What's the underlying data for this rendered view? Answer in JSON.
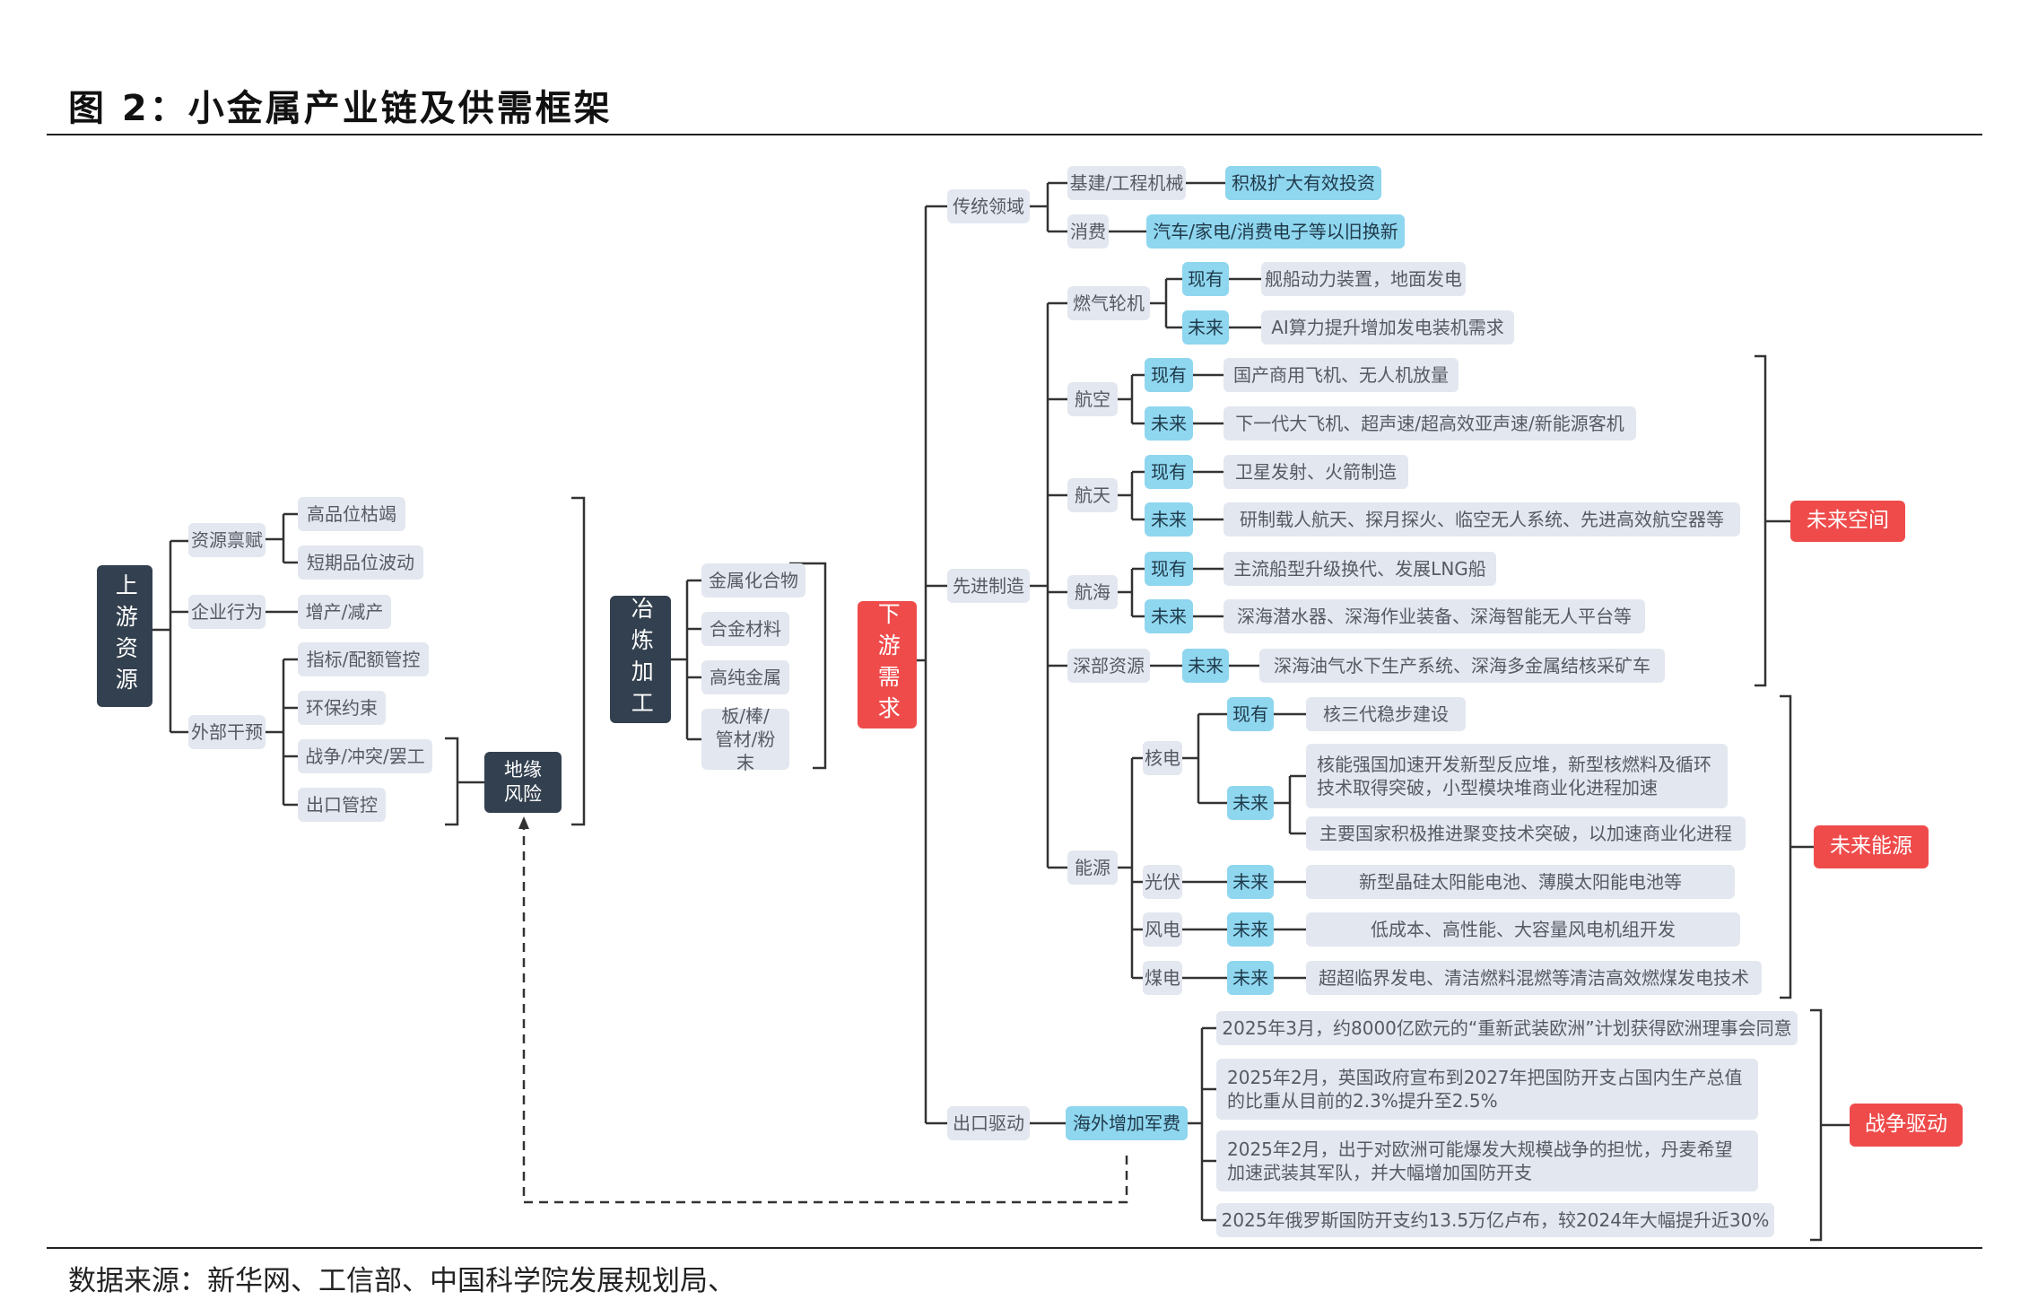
{
  "header": {
    "title": "图 2：小金属产业链及供需框架"
  },
  "footer": {
    "source": "数据来源：新华网、工信部、中国科学院发展规划局、"
  },
  "colors": {
    "dark": "#33404f",
    "red": "#ef4b4b",
    "blue": "#8fd6ef",
    "gray": "#e3e7ef",
    "line": "#333333"
  },
  "diagram": {
    "upstream": {
      "root": "上游资源",
      "resource": "资源禀赋",
      "grade_depletion": "高品位枯竭",
      "short_fluct": "短期品位波动",
      "enterprise": "企业行为",
      "increase_decrease": "增产/减产",
      "external": "外部干预",
      "quota": "指标/配额管控",
      "env": "环保约束",
      "war": "战争/冲突/罢工",
      "export_ctrl": "出口管控",
      "geo_risk": "地缘风险"
    },
    "smelting": {
      "root": "冶炼加工",
      "compound": "金属化合物",
      "alloy": "合金材料",
      "high_purity": "高纯金属",
      "plate": "板/棒/管材/粉末"
    },
    "downstream": {
      "root": "下游需求",
      "traditional": "传统领域",
      "infra": "基建/工程机械",
      "infra_leaf": "积极扩大有效投资",
      "consume": "消费",
      "consume_leaf": "汽车/家电/消费电子等以旧换新",
      "advanced": "先进制造",
      "turbine": "燃气轮机",
      "turbine_now": "现有",
      "turbine_now_leaf": "舰船动力装置，地面发电",
      "turbine_future": "未来",
      "turbine_future_leaf": "AI算力提升增加发电装机需求",
      "aviation": "航空",
      "aviation_now": "现有",
      "aviation_now_leaf": "国产商用飞机、无人机放量",
      "aviation_future": "未来",
      "aviation_future_leaf": "下一代大飞机、超声速/超高效亚声速/新能源客机",
      "space": "航天",
      "space_now": "现有",
      "space_now_leaf": "卫星发射、火箭制造",
      "space_future": "未来",
      "space_future_leaf": "研制载人航天、探月探火、临空无人系统、先进高效航空器等",
      "marine": "航海",
      "marine_now": "现有",
      "marine_now_leaf": "主流船型升级换代、发展LNG船",
      "marine_future": "未来",
      "marine_future_leaf": "深海潜水器、深海作业装备、深海智能无人平台等",
      "deep": "深部资源",
      "deep_future": "未来",
      "deep_future_leaf": "深海油气水下生产系统、深海多金属结核采矿车",
      "energy": "能源",
      "nuclear": "核电",
      "nuclear_now": "现有",
      "nuclear_now_leaf": "核三代稳步建设",
      "nuclear_future": "未来",
      "nuclear_future_leaf1": "核能强国加速开发新型反应堆，新型核燃料及循环技术取得突破，小型模块堆商业化进程加速",
      "nuclear_future_leaf2": "主要国家积极推进聚变技术突破，以加速商业化进程",
      "pv": "光伏",
      "pv_future": "未来",
      "pv_leaf": "新型晶硅太阳能电池、薄膜太阳能电池等",
      "wind": "风电",
      "wind_future": "未来",
      "wind_leaf": "低成本、高性能、大容量风电机组开发",
      "coal": "煤电",
      "coal_future": "未来",
      "coal_leaf": "超超临界发电、清洁燃料混燃等清洁高效燃煤发电技术",
      "export": "出口驱动",
      "military": "海外增加军费",
      "mil1": "2025年3月，约8000亿欧元的“重新武装欧洲”计划获得欧洲理事会同意",
      "mil2": "2025年2月，英国政府宣布到2027年把国防开支占国内生产总值的比重从目前的2.3%提升至2.5%",
      "mil3": "2025年2月，出于对欧洲可能爆发大规模战争的担忧，丹麦希望加速武装其军队，并大幅增加国防开支",
      "mil4": "2025年俄罗斯国防开支约13.5万亿卢布，较2024年大幅提升近30%"
    },
    "tags": {
      "future_space": "未来空间",
      "future_energy": "未来能源",
      "war_driven": "战争驱动"
    }
  }
}
